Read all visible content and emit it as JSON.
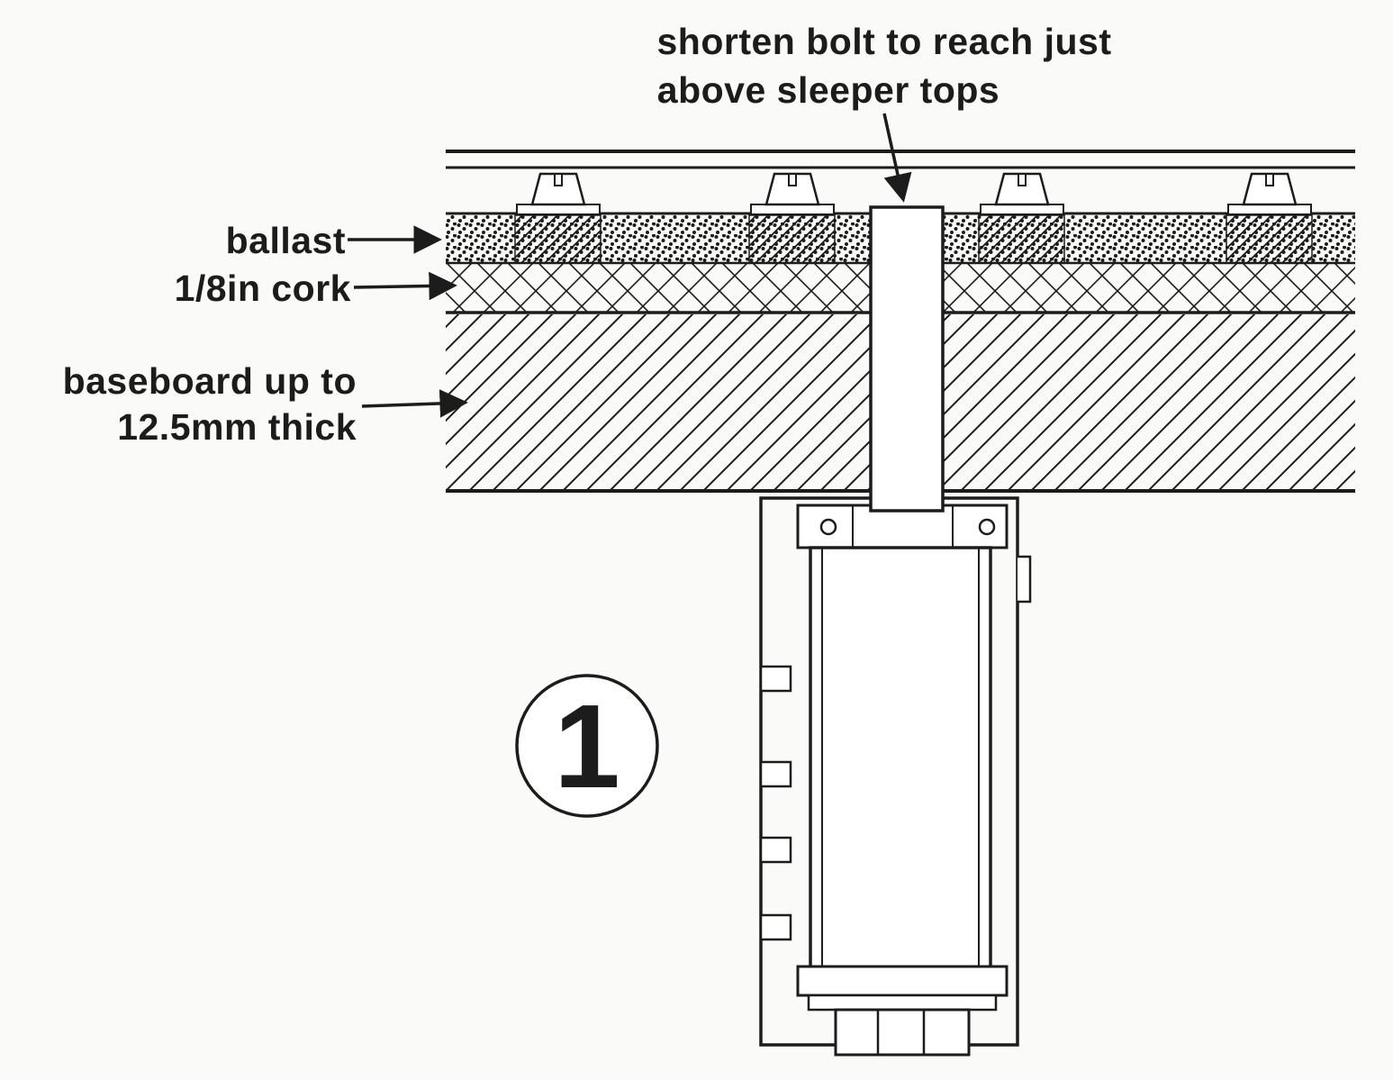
{
  "figure": {
    "number": "1",
    "annotations": {
      "bolt_note_line1": "shorten bolt to reach just",
      "bolt_note_line2": "above sleeper tops",
      "ballast_label": "ballast",
      "cork_label": "1/8in cork",
      "baseboard_label_line1": "baseboard up to",
      "baseboard_label_line2": "12.5mm thick"
    },
    "colors": {
      "ink": "#1c1c1c",
      "paper": "#fafaf8"
    }
  }
}
